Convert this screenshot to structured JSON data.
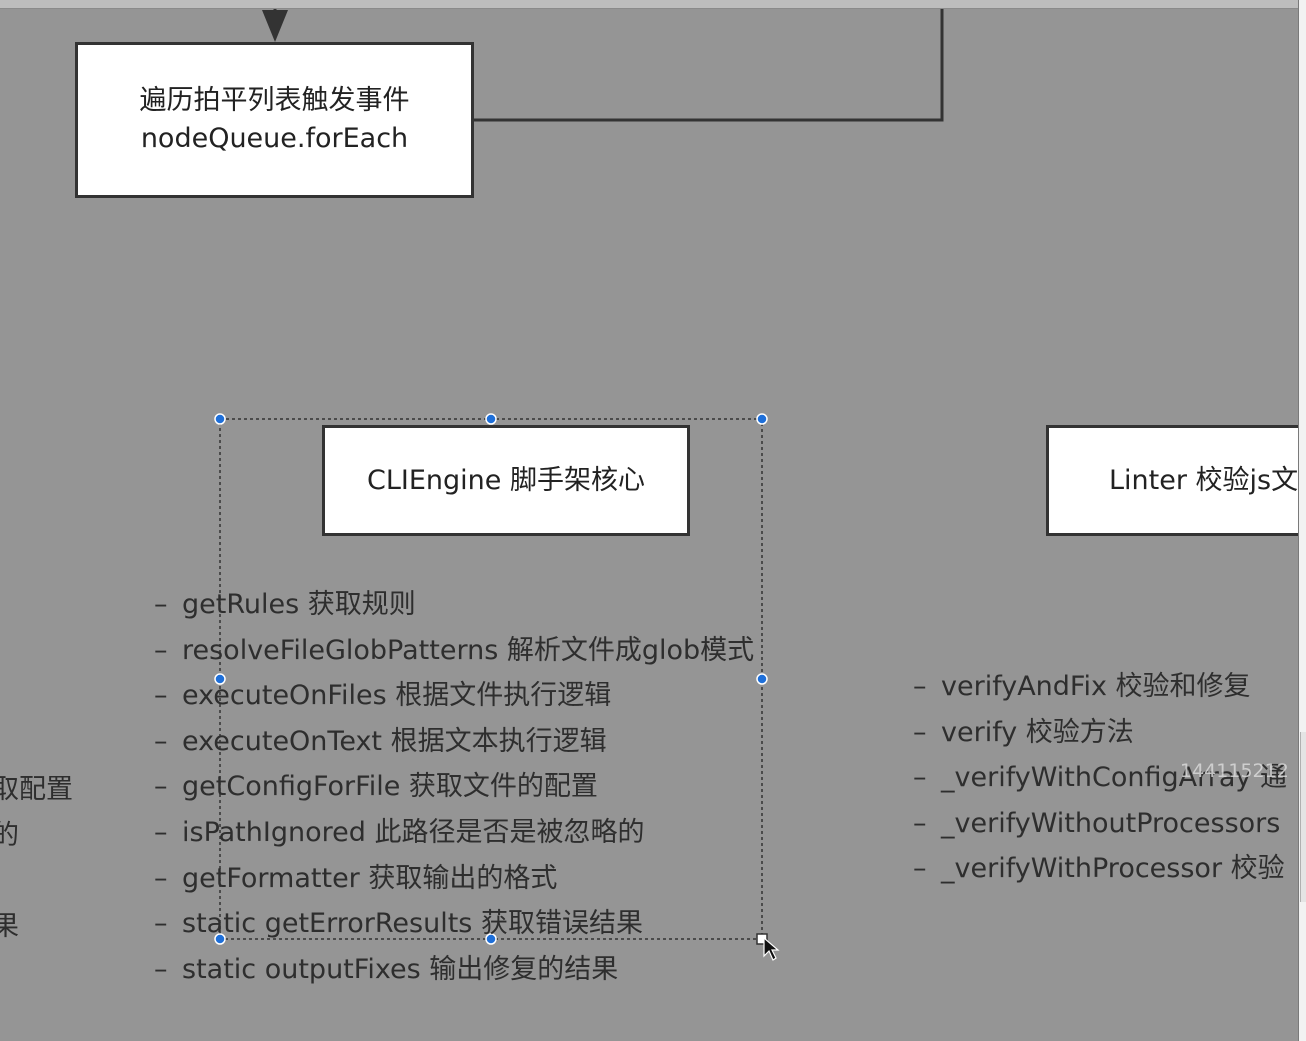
{
  "diagram": {
    "node_foreach": {
      "line1": "遍历拍平列表触发事件",
      "line2": "nodeQueue.forEach"
    },
    "node_cliengine": {
      "label": "CLIEngine 脚手架核心"
    },
    "node_linter": {
      "label": "Linter 校验js文"
    },
    "cliengine_methods": [
      "getRules 获取规则",
      "resolveFileGlobPatterns 解析文件成glob模式",
      "executeOnFiles 根据文件执行逻辑",
      "executeOnText 根据文本执行逻辑",
      "getConfigForFile 获取文件的配置",
      "isPathIgnored 此路径是否是被忽略的",
      "getFormatter 获取输出的格式",
      "static getErrorResults 获取错误结果",
      "static outputFixes 输出修复的结果"
    ],
    "linter_methods": [
      "verifyAndFix 校验和修复",
      "verify 校验方法",
      "_verifyWithConfigArray 通",
      "_verifyWithoutProcessors",
      "_verifyWithProcessor 校验"
    ],
    "left_cut_items": [
      "取配置",
      "的",
      "",
      "果"
    ],
    "dash": "–",
    "watermark": "144115212"
  },
  "colors": {
    "canvas": "#959595",
    "box_fill": "#ffffff",
    "box_border": "#333333",
    "selection_handle": "#1e6fd9"
  }
}
